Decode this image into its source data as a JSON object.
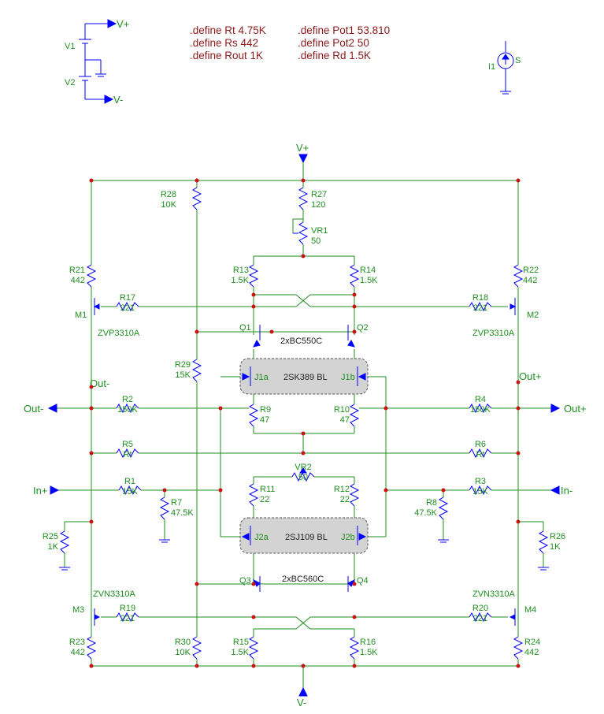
{
  "defines": [
    ".define Rt 4.75K",
    ".define Rs 442",
    ".define Rout 1K",
    ".define Pot1 53.810",
    ".define Pot2 50",
    ".define Rd 1.5K"
  ],
  "supply": {
    "v1": "V1",
    "v2": "V2",
    "vplus": "V+",
    "vminus": "V-",
    "i1": "I1",
    "i1_pin": "S"
  },
  "rails": {
    "top": "V+",
    "bottom": "V-"
  },
  "nets": {
    "out_minus": "Out-",
    "out_plus": "Out+",
    "in_plus": "In+",
    "in_minus": "In-"
  },
  "resistors": [
    {
      "id": "r28",
      "ref": "R28",
      "val": "10K"
    },
    {
      "id": "r27",
      "ref": "R27",
      "val": "120"
    },
    {
      "id": "vr1",
      "ref": "VR1",
      "val": "50"
    },
    {
      "id": "r21",
      "ref": "R21",
      "val": "442"
    },
    {
      "id": "r22",
      "ref": "R22",
      "val": "442"
    },
    {
      "id": "r13",
      "ref": "R13",
      "val": "1.5K"
    },
    {
      "id": "r14",
      "ref": "R14",
      "val": "1.5K"
    },
    {
      "id": "r17",
      "ref": "R17",
      "val": "221"
    },
    {
      "id": "r18",
      "ref": "R18",
      "val": "221"
    },
    {
      "id": "r29",
      "ref": "R29",
      "val": "15K"
    },
    {
      "id": "r9",
      "ref": "R9",
      "val": "47"
    },
    {
      "id": "r10",
      "ref": "R10",
      "val": "47"
    },
    {
      "id": "r2",
      "ref": "R2",
      "val": "150K"
    },
    {
      "id": "r4",
      "ref": "R4",
      "val": "150K"
    },
    {
      "id": "r5",
      "ref": "R5",
      "val": "Rt"
    },
    {
      "id": "r6",
      "ref": "R6",
      "val": "Rt"
    },
    {
      "id": "vr2",
      "ref": "VR2",
      "val": "50"
    },
    {
      "id": "r1",
      "ref": "R1",
      "val": "15K"
    },
    {
      "id": "r3",
      "ref": "R3",
      "val": "15K"
    },
    {
      "id": "r11",
      "ref": "R11",
      "val": "22"
    },
    {
      "id": "r12",
      "ref": "R12",
      "val": "22"
    },
    {
      "id": "r7",
      "ref": "R7",
      "val": "47.5K"
    },
    {
      "id": "r8",
      "ref": "R8",
      "val": "47.5K"
    },
    {
      "id": "r25",
      "ref": "R25",
      "val": "1K"
    },
    {
      "id": "r26",
      "ref": "R26",
      "val": "1K"
    },
    {
      "id": "r19",
      "ref": "R19",
      "val": "221"
    },
    {
      "id": "r20",
      "ref": "R20",
      "val": "221"
    },
    {
      "id": "r23",
      "ref": "R23",
      "val": "442"
    },
    {
      "id": "r24",
      "ref": "R24",
      "val": "442"
    },
    {
      "id": "r30",
      "ref": "R30",
      "val": "10K"
    },
    {
      "id": "r15",
      "ref": "R15",
      "val": "1.5K"
    },
    {
      "id": "r16",
      "ref": "R16",
      "val": "1.5K"
    }
  ],
  "devices": {
    "m1": "M1",
    "m1_part": "ZVP3310A",
    "m2": "M2",
    "m2_part": "ZVP3310A",
    "m3": "M3",
    "m3_part": "ZVN3310A",
    "m4": "M4",
    "m4_part": "ZVN3310A",
    "q1": "Q1",
    "q2": "Q2",
    "q12_part": "2xBC550C",
    "q3": "Q3",
    "q4": "Q4",
    "q34_part": "2xBC560C",
    "j1a": "J1a",
    "j1b": "J1b",
    "j1_part": "2SK389 BL",
    "j2a": "J2a",
    "j2b": "J2b",
    "j2_part": "2SJ109 BL"
  },
  "colors": {
    "wire": "#1f8f1f",
    "symbol": "#0000ff",
    "junction": "#cc1111",
    "define": "#8b1a1a",
    "label": "#1f8f1f"
  }
}
